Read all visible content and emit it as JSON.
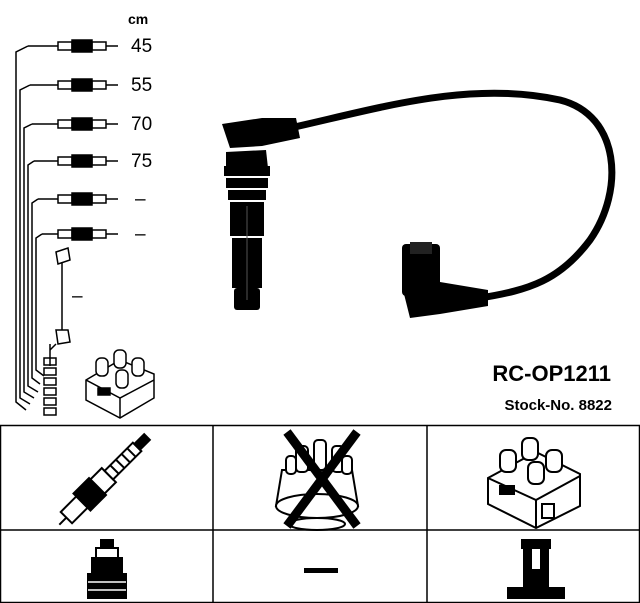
{
  "sheet": {
    "unit_header": "cm",
    "lengths": [
      "45",
      "55",
      "70",
      "75",
      "–",
      "–"
    ],
    "extra_lead_label": "–",
    "part_number": "RC-OP1211",
    "stock_number": "Stock-No. 8822"
  },
  "grid": {
    "cells": [
      {
        "id": "spark-plug",
        "icon": "spark-plug-icon",
        "crossed": false,
        "text": ""
      },
      {
        "id": "distributor-cap",
        "icon": "distributor-cap-icon",
        "crossed": true,
        "text": ""
      },
      {
        "id": "ignition-coil",
        "icon": "ignition-coil-icon",
        "crossed": false,
        "text": ""
      },
      {
        "id": "plug-connector",
        "icon": "plug-connector-icon",
        "crossed": false,
        "text": ""
      },
      {
        "id": "no-item",
        "icon": "dash-icon",
        "crossed": false,
        "text": "—"
      },
      {
        "id": "coil-tower",
        "icon": "coil-tower-icon",
        "crossed": false,
        "text": ""
      }
    ]
  },
  "colors": {
    "ink": "#000000",
    "background": "#ffffff"
  }
}
